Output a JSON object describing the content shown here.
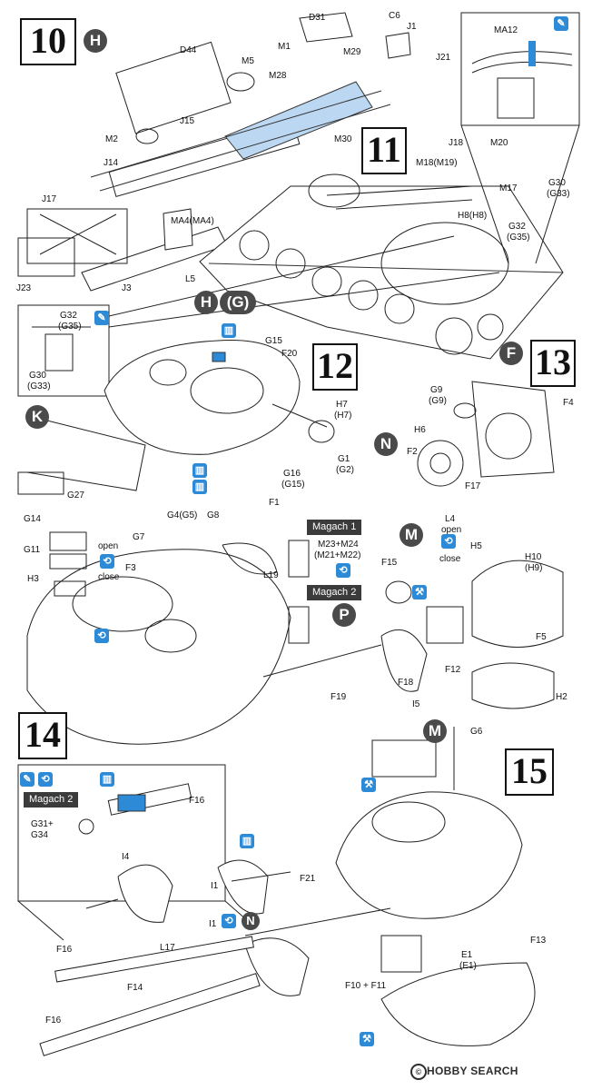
{
  "steps": {
    "s10": "10",
    "s11": "11",
    "s12": "12",
    "s13": "13",
    "s14": "14",
    "s15": "15"
  },
  "circle_markers": {
    "h_top": "H",
    "h_g_h": "H",
    "h_g_g": "(G)",
    "f": "F",
    "k": "K",
    "n_mid": "N",
    "m_mid": "M",
    "p": "P",
    "m_15": "M",
    "n_15": "N"
  },
  "tags": {
    "magach1": "Magach 1",
    "magach2": "Magach 2",
    "magach2_inset": "Magach 2"
  },
  "part_labels": {
    "d31": "D31",
    "c6": "C6",
    "j1": "J1",
    "m1": "M1",
    "m29": "M29",
    "j21": "J21",
    "d44": "D44",
    "m5": "M5",
    "m28": "M28",
    "j15": "J15",
    "m2": "M2",
    "m30": "M30",
    "j14": "J14",
    "j17": "J17",
    "ma4": "MA4(MA4)",
    "l5": "L5",
    "j3": "J3",
    "j23": "J23",
    "ma12": "MA12",
    "j18": "J18",
    "m18": "M18(M19)",
    "m20": "M20",
    "h8": "H8(H8)",
    "m17": "M17",
    "g30a": "G30",
    "g33a": "(G33)",
    "g32a": "G32",
    "g35a": "(G35)",
    "g32b": "G32",
    "g35b": "(G35)",
    "g30b": "G30",
    "g33b": "(G33)",
    "g15": "G15",
    "f20": "F20",
    "h7": "H7",
    "h7b": "(H7)",
    "g1": "G1",
    "g2": "(G2)",
    "g16": "G16",
    "g15b": "(G15)",
    "g27": "G27",
    "g9": "G9",
    "g9b": "(G9)",
    "f4": "F4",
    "h6": "H6",
    "f2": "F2",
    "f17": "F17",
    "g14": "G14",
    "g4": "G4(G5)",
    "g8": "G8",
    "f1": "F1",
    "g7": "G7",
    "g11": "G11",
    "open1": "open",
    "close1": "close",
    "f3": "F3",
    "h3": "H3",
    "l19": "L19",
    "m23": "M23+M24",
    "m21": "(M21+M22)",
    "l4": "L4",
    "open2": "open",
    "h5": "H5",
    "h10": "H10",
    "h9": "(H9)",
    "close2": "close",
    "f15": "F15",
    "f5": "F5",
    "f12": "F12",
    "f18": "F18",
    "f19": "F19",
    "h2": "H2",
    "i5": "I5",
    "g6": "G6",
    "f16a": "F16",
    "g31": "G31+",
    "g34": "G34",
    "i4": "I4",
    "i1a": "I1",
    "f21": "F21",
    "i1b": "I1",
    "f16b": "F16",
    "l17": "L17",
    "f14": "F14",
    "f16c": "F16",
    "f13": "F13",
    "e1": "E1",
    "e1b": "(E1)",
    "f10": "F10 + F11"
  },
  "watermark": {
    "text": "HOBBY SEARCH",
    "symbol": "©"
  },
  "colors": {
    "ink": "#111111",
    "accent_blue": "#2d8ad6",
    "highlight": "#bcd7f2",
    "marker_gray": "#4a4a4a"
  }
}
